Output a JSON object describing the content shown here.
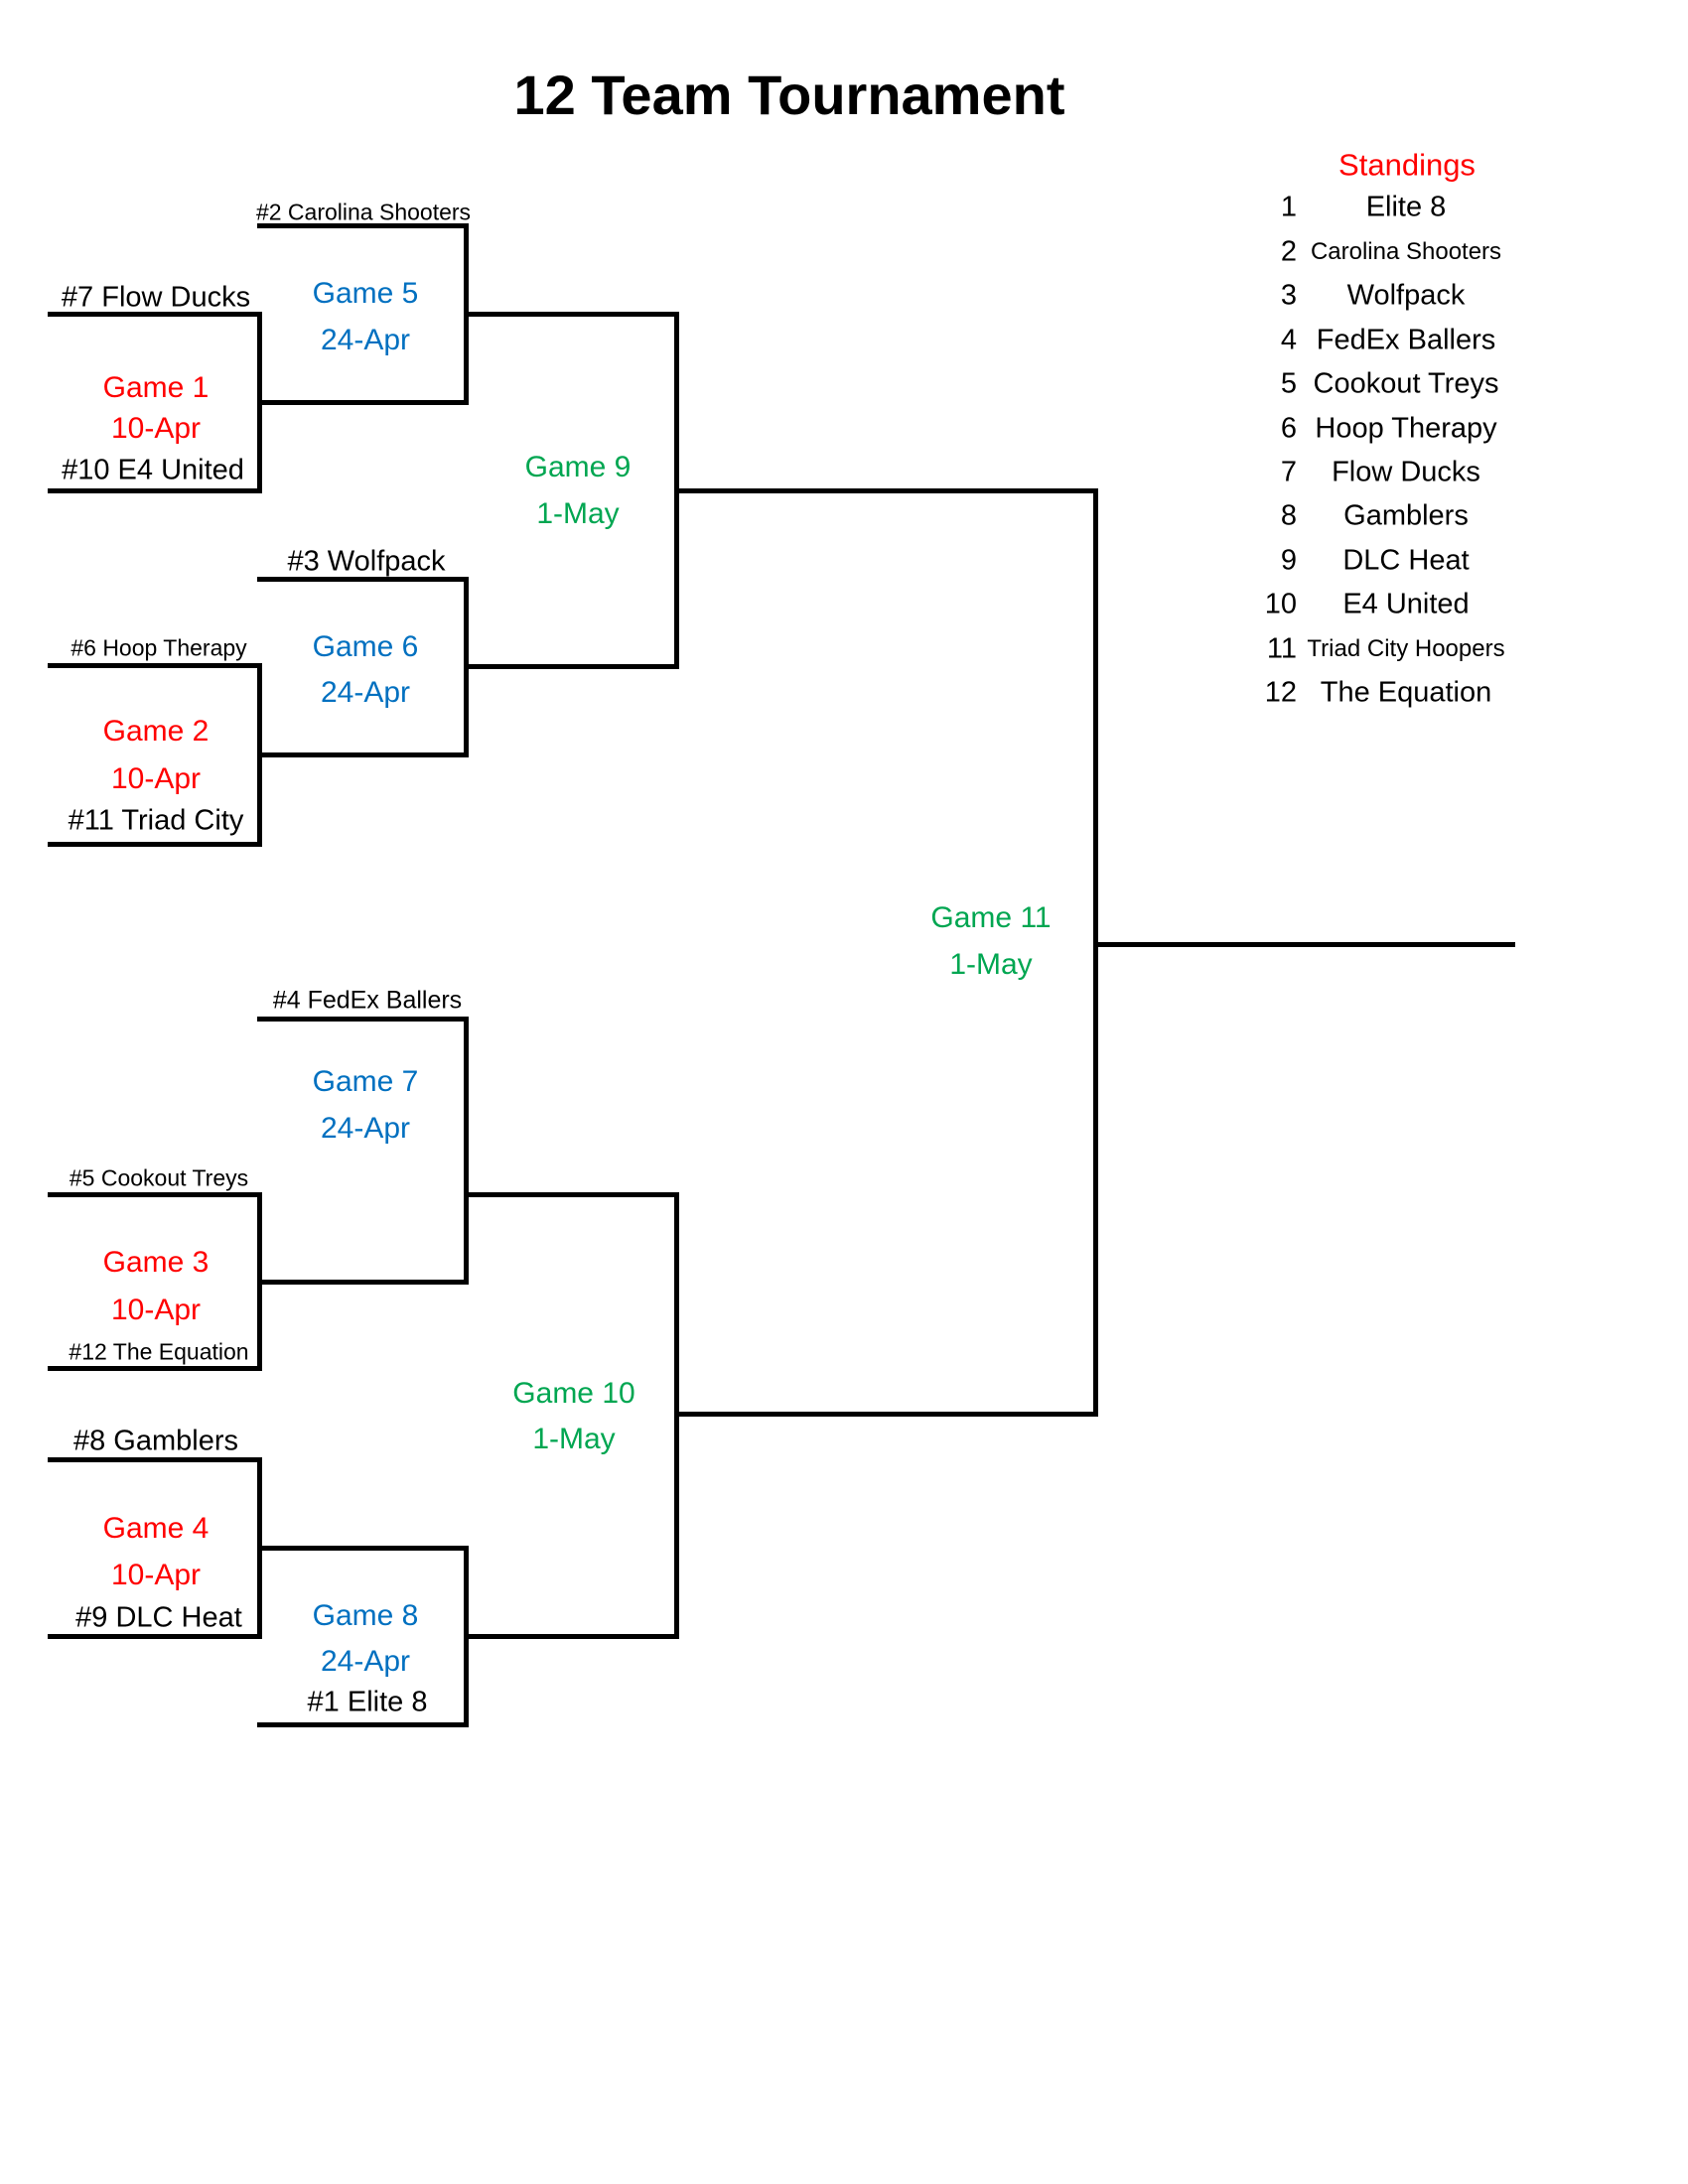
{
  "title": "12 Team Tournament",
  "colors": {
    "red": "#FF0000",
    "blue": "#0070C0",
    "green": "#00A651",
    "line": "#000000"
  },
  "standings": {
    "title": "Standings",
    "entries": [
      {
        "rank": "1",
        "team": "Elite 8"
      },
      {
        "rank": "2",
        "team": "Carolina Shooters"
      },
      {
        "rank": "3",
        "team": "Wolfpack"
      },
      {
        "rank": "4",
        "team": "FedEx Ballers"
      },
      {
        "rank": "5",
        "team": "Cookout Treys"
      },
      {
        "rank": "6",
        "team": "Hoop Therapy"
      },
      {
        "rank": "7",
        "team": "Flow Ducks"
      },
      {
        "rank": "8",
        "team": "Gamblers"
      },
      {
        "rank": "9",
        "team": "DLC Heat"
      },
      {
        "rank": "10",
        "team": "E4 United"
      },
      {
        "rank": "11",
        "team": "Triad City Hoopers"
      },
      {
        "rank": "12",
        "team": "The Equation"
      }
    ]
  },
  "bracket": {
    "seeds": {
      "carolina_shooters": "#2 Carolina Shooters",
      "flow_ducks": "#7 Flow Ducks",
      "e4_united": "#10 E4 United",
      "wolfpack": "#3 Wolfpack",
      "hoop_therapy": "#6 Hoop Therapy",
      "triad_city": "#11 Triad City",
      "fedex_ballers": "#4 FedEx Ballers",
      "cookout_treys": "#5 Cookout Treys",
      "the_equation": "#12 The Equation",
      "gamblers": "#8 Gamblers",
      "dlc_heat": "#9 DLC Heat",
      "elite_8": "#1 Elite 8"
    },
    "games": {
      "game1": {
        "name": "Game 1",
        "date": "10-Apr"
      },
      "game2": {
        "name": "Game 2",
        "date": "10-Apr"
      },
      "game3": {
        "name": "Game 3",
        "date": "10-Apr"
      },
      "game4": {
        "name": "Game 4",
        "date": "10-Apr"
      },
      "game5": {
        "name": "Game 5",
        "date": "24-Apr"
      },
      "game6": {
        "name": "Game 6",
        "date": "24-Apr"
      },
      "game7": {
        "name": "Game 7",
        "date": "24-Apr"
      },
      "game8": {
        "name": "Game 8",
        "date": "24-Apr"
      },
      "game9": {
        "name": "Game 9",
        "date": "1-May"
      },
      "game10": {
        "name": "Game 10",
        "date": "1-May"
      },
      "game11": {
        "name": "Game 11",
        "date": "1-May"
      }
    }
  }
}
